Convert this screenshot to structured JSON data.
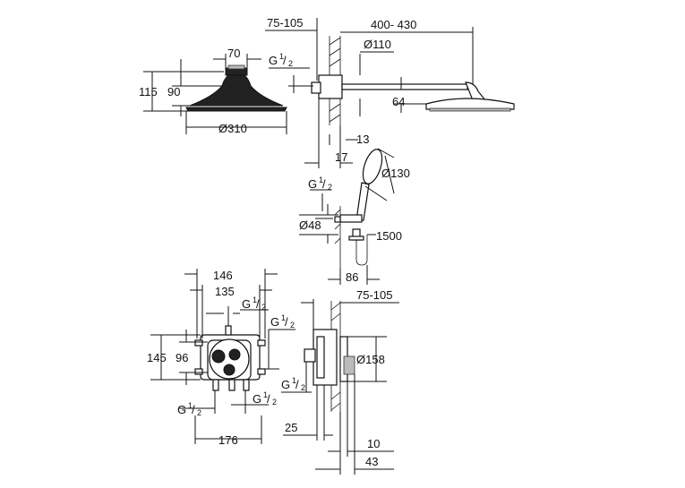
{
  "labels": {
    "d75_105_top": "75-105",
    "d400_430": "400- 430",
    "d70": "70",
    "g_top_left": "G",
    "d110": "Ø110",
    "d115": "115",
    "d90": "90",
    "d64": "64",
    "d310": "Ø310",
    "d13": "13",
    "d17": "17",
    "d130": "Ø130",
    "g_hand": "G",
    "d48": "Ø48",
    "d1500": "1500",
    "d86": "86",
    "d146": "146",
    "d135": "135",
    "g_valve_top": "G",
    "d75_105_bottom": "75-105",
    "g_valve_right": "G",
    "d145": "145",
    "d96": "96",
    "d158": "Ø158",
    "g_valve_side": "G",
    "g_valve_bl": "G",
    "g_valve_br": "G",
    "d25": "25",
    "d176": "176",
    "d10": "10",
    "d43": "43"
  },
  "fraction": {
    "numerator": "1",
    "slash": "/",
    "denominator": "2"
  }
}
